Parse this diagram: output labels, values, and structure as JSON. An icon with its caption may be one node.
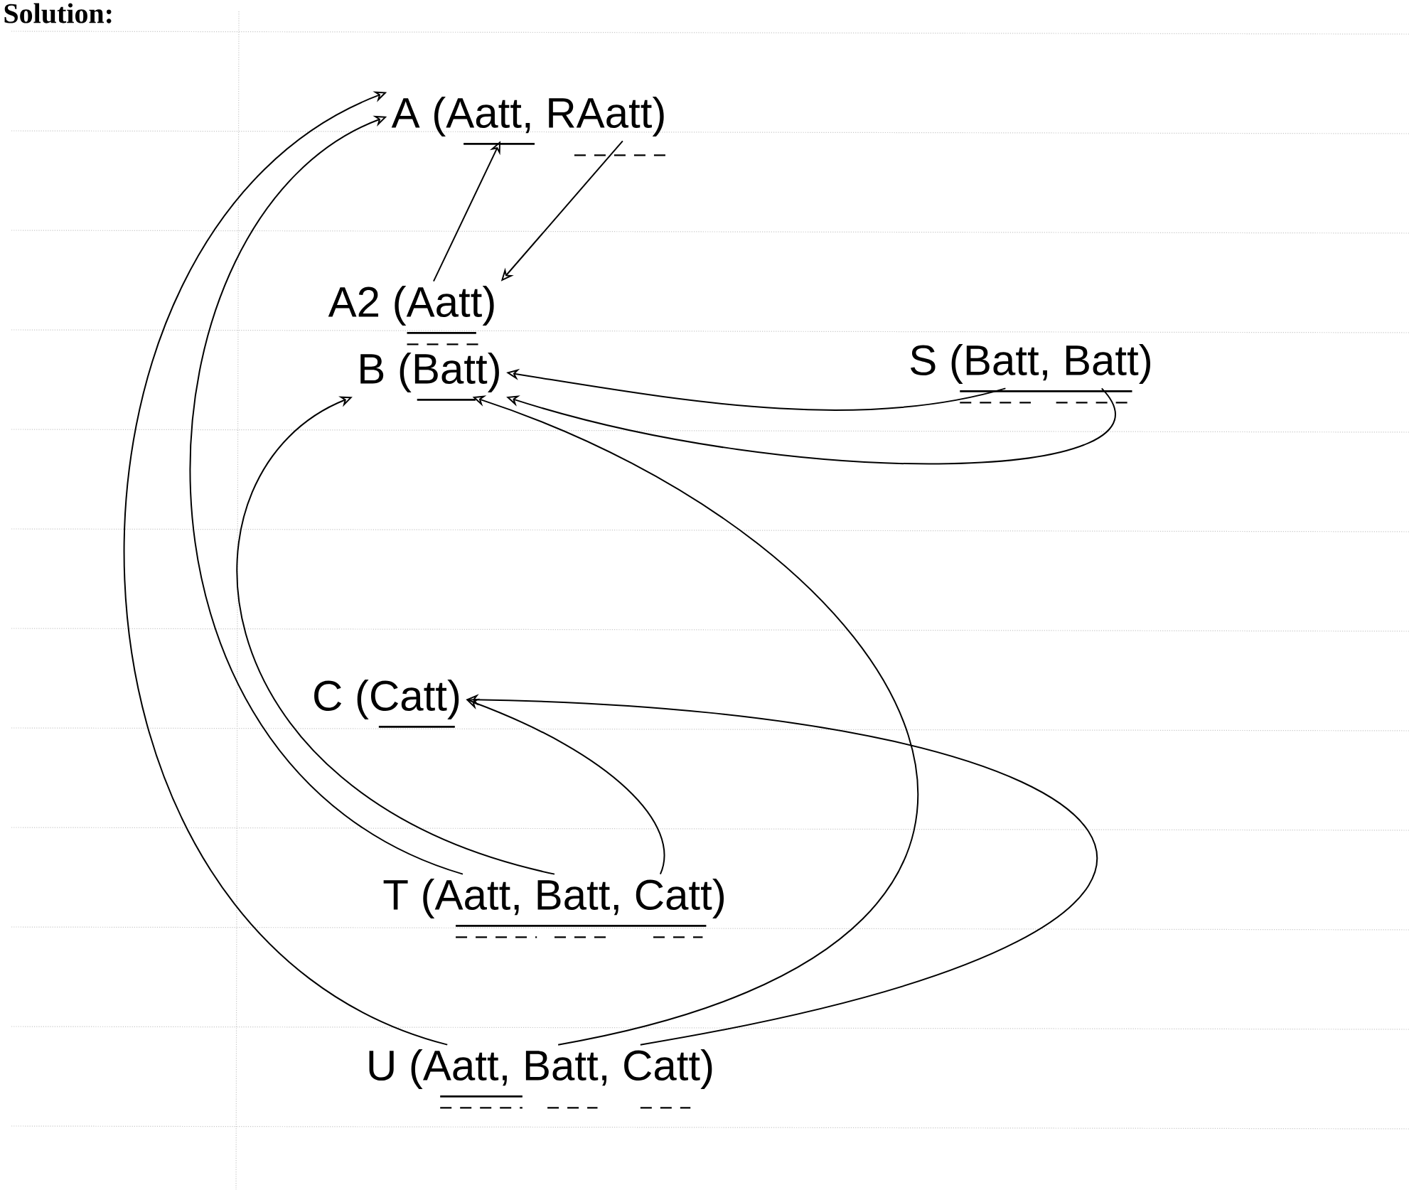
{
  "diagram": {
    "title": "Solution:",
    "nodes": [
      {
        "text": [
          "A (Aatt, RAatt)"
        ]
      },
      {
        "text": [
          "A2 (Aatt)"
        ]
      },
      {
        "text": [
          "B (Batt)"
        ]
      },
      {
        "text": [
          "S (Batt, Batt)"
        ]
      },
      {
        "text": [
          "C (Catt)"
        ]
      },
      {
        "text": [
          "T (Aatt, Batt, Catt)"
        ]
      },
      {
        "text": [
          "U (Aatt, Batt, Catt)"
        ]
      }
    ],
    "edges": [
      {
        "from": 0,
        "to": 1,
        "arrow": "to"
      },
      {
        "from": 1,
        "to": 0,
        "arrow": "to"
      },
      {
        "from": 3,
        "to": 2,
        "arrow": "to"
      },
      {
        "from": 3,
        "to": 2,
        "arrow": "to"
      },
      {
        "from": 5,
        "to": 0,
        "arrow": "to"
      },
      {
        "from": 5,
        "to": 2,
        "arrow": "to"
      },
      {
        "from": 5,
        "to": 4,
        "arrow": "to"
      },
      {
        "from": 6,
        "to": 0,
        "arrow": "to"
      },
      {
        "from": 6,
        "to": 2,
        "arrow": "to"
      },
      {
        "from": 6,
        "to": 4,
        "arrow": "to"
      }
    ]
  }
}
